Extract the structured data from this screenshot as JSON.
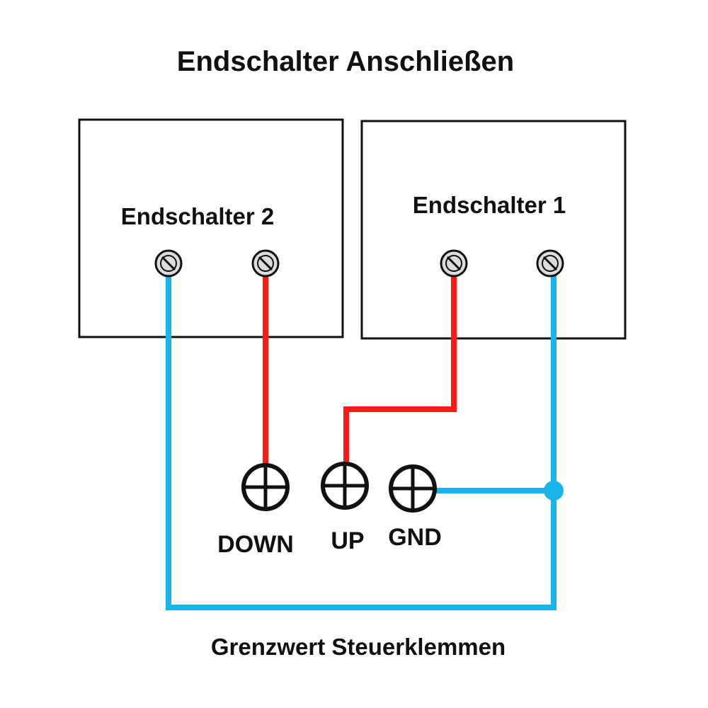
{
  "title": "Endschalter Anschließen",
  "switches": [
    {
      "id": "sw2",
      "label": "Endschalter 2"
    },
    {
      "id": "sw1",
      "label": "Endschalter 1"
    }
  ],
  "terminals": [
    {
      "id": "down",
      "label": "DOWN"
    },
    {
      "id": "up",
      "label": "UP"
    },
    {
      "id": "gnd",
      "label": "GND"
    }
  ],
  "footer": "Grenzwert Steuerklemmen",
  "colors": {
    "wire_red": "#ff1a1a",
    "wire_blue": "#19b4ea",
    "outline": "#111111",
    "screw_fill": "#dcdcdc"
  }
}
